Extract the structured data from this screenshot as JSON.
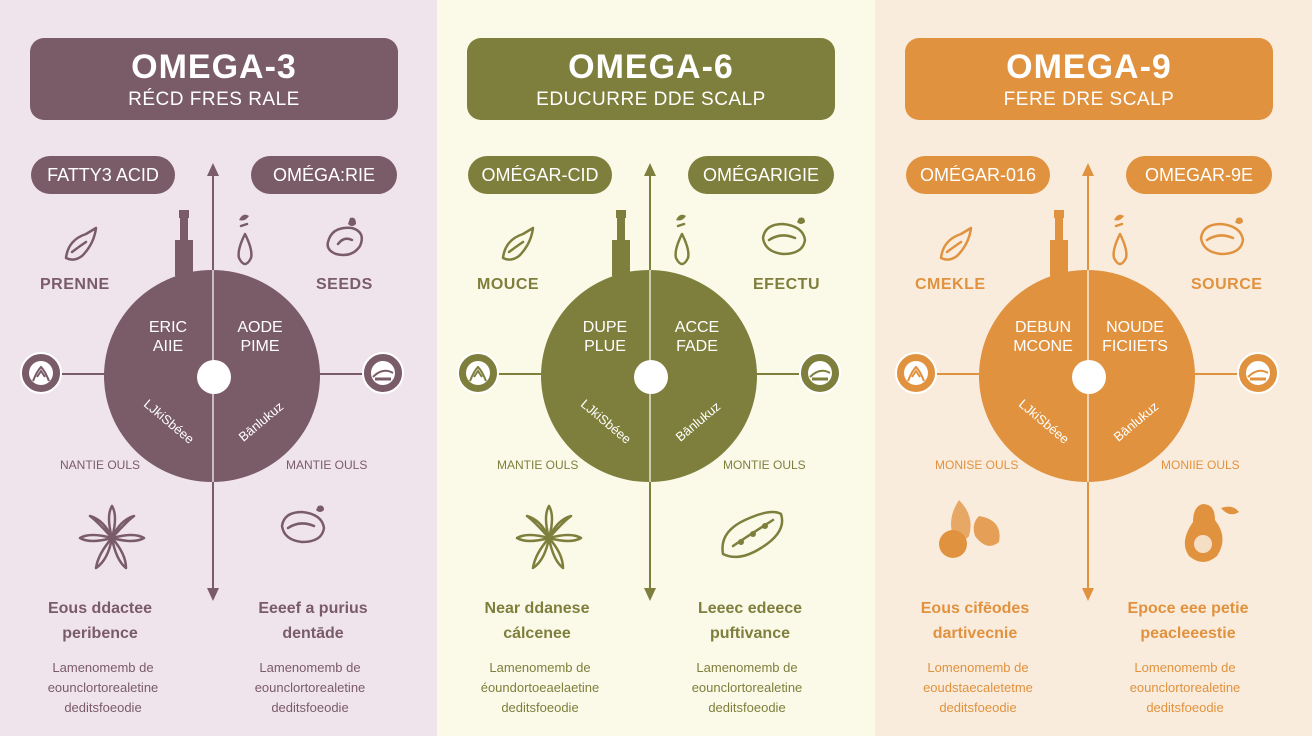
{
  "panels": [
    {
      "bg": "#efe4ec",
      "accent": "#7a5b68",
      "title": "OMEGA-3",
      "subtitle": "RÉCD FRES RALE",
      "pill_left": "FATTY3 ACID",
      "pill_right": "OMÉGA:RIE",
      "label_left": "PRENNE",
      "label_right": "SEEDS",
      "circle_left": "ERIC\nAIIE",
      "circle_right": "AODE\nPIME",
      "circle_bl": "LJkiSbéee",
      "circle_br": "Bānlukuz",
      "oil_left": "NANTIE OULS",
      "oil_right": "MANTIE OULS",
      "bottom_left_head": "Eous ddactee\nperibence",
      "bottom_right_head": "Eeeef a purius\ndentāde",
      "bottom_left_text": "Lamenomemb de\neounclortorealetine\ndeditsfoeodie",
      "bottom_right_text": "Lamenomemb de\neounclortorealetine\ndeditsfoeodie",
      "icons": [
        "drop-hand-icon",
        "bottle-icon",
        "seed-drop-icon",
        "seed-icon",
        "flower-icon",
        "nut-icon",
        "herb-left-icon",
        "herb-right-icon"
      ]
    },
    {
      "bg": "#fbfae9",
      "accent": "#7e7f3c",
      "title": "OMEGA-6",
      "subtitle": "EDUCURRE DDE SCALP",
      "pill_left": "OMÉGAR-CID",
      "pill_right": "OMÉGARIGIE",
      "label_left": "MOUCE",
      "label_right": "EFECTU",
      "circle_left": "DUPE\nPLUE",
      "circle_right": "ACCE\nFADE",
      "circle_bl": "LJkiSbéee",
      "circle_br": "Bānlukuz",
      "oil_left": "MANTIE OULS",
      "oil_right": "MONTIE OULS",
      "bottom_left_head": "Near ddanese\ncálcenee",
      "bottom_right_head": "Leeec edeece\npuftivance",
      "bottom_left_text": "Lamenomemb de\néoundortoeaelaetine\ndeditsfoeodie",
      "bottom_right_text": "Lamenomemb de\neounclortorealetine\ndeditsfoeodie",
      "icons": [
        "drop-hand-icon",
        "bottle-icon",
        "seed-drop-icon",
        "nut-icon",
        "flower-icon",
        "pod-icon",
        "herb-left-icon",
        "herb-right-icon"
      ]
    },
    {
      "bg": "#faecdc",
      "accent": "#e0923f",
      "title": "OMEGA-9",
      "subtitle": "FERE DRE SCALP",
      "pill_left": "OMÉGAR-016",
      "pill_right": "OMEGAR-9E",
      "label_left": "CMEKLE",
      "label_right": "SOURCE",
      "circle_left": "DEBUN\nMCONE",
      "circle_right": "NOUDE\nFICIIETS",
      "circle_bl": "LJkiSbéee",
      "circle_br": "Bānlukuz",
      "oil_left": "MONISE OULS",
      "oil_right": "MONIIE OULS",
      "bottom_left_head": "Eous cifēodes\ndartivecnie",
      "bottom_right_head": "Epoce eee petie\npeacleeestie",
      "bottom_left_text": "Lomenomemb de\neoudstaecaletetme\ndeditsfoeodie",
      "bottom_right_text": "Lomenomemb de\neounclortorealetine\ndeditsfoeodie",
      "icons": [
        "drop-hand-icon",
        "bottle-icon",
        "seed-drop-icon",
        "nut-icon",
        "almond-icon",
        "avocado-icon",
        "herb-left-icon",
        "herb-right-icon"
      ]
    }
  ]
}
